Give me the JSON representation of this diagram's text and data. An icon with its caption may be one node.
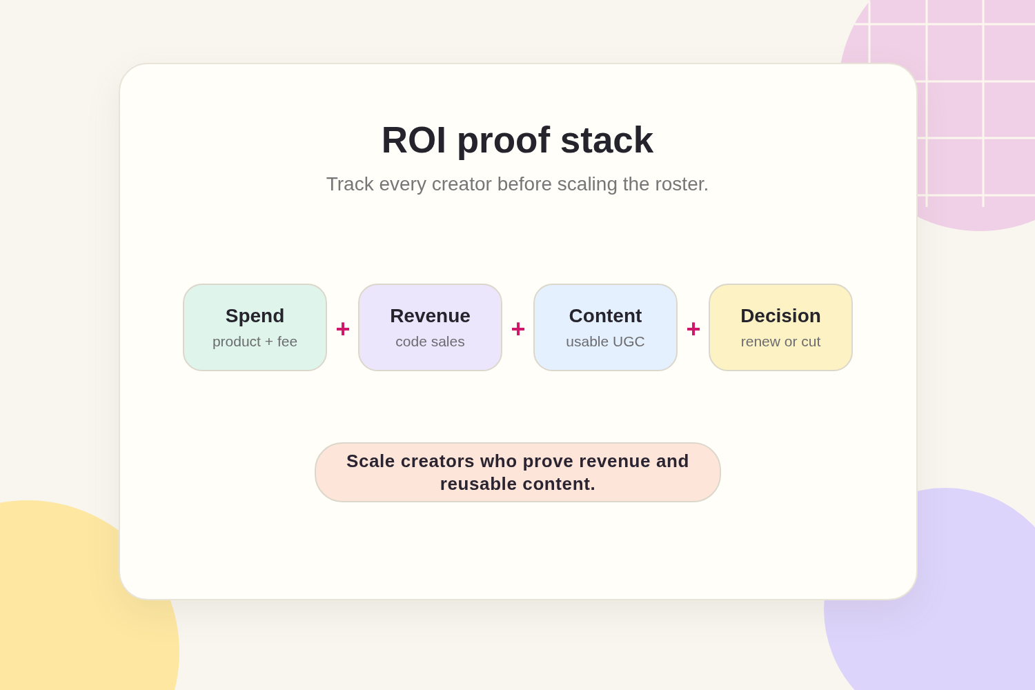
{
  "diagram": {
    "title": "ROI proof stack",
    "nodes": [
      {
        "text": [
          "Spend",
          "product + fee"
        ]
      },
      {
        "text": [
          "Revenue",
          "code sales"
        ]
      },
      {
        "text": [
          "Content",
          "usable UGC"
        ]
      },
      {
        "text": [
          "Decision",
          "renew or cut"
        ]
      },
      {
        "text": [
          "Scale creators who prove revenue and reusable content."
        ]
      }
    ],
    "labels": [
      "Track every creator before scaling the roster.",
      "+",
      "+",
      "+"
    ]
  }
}
